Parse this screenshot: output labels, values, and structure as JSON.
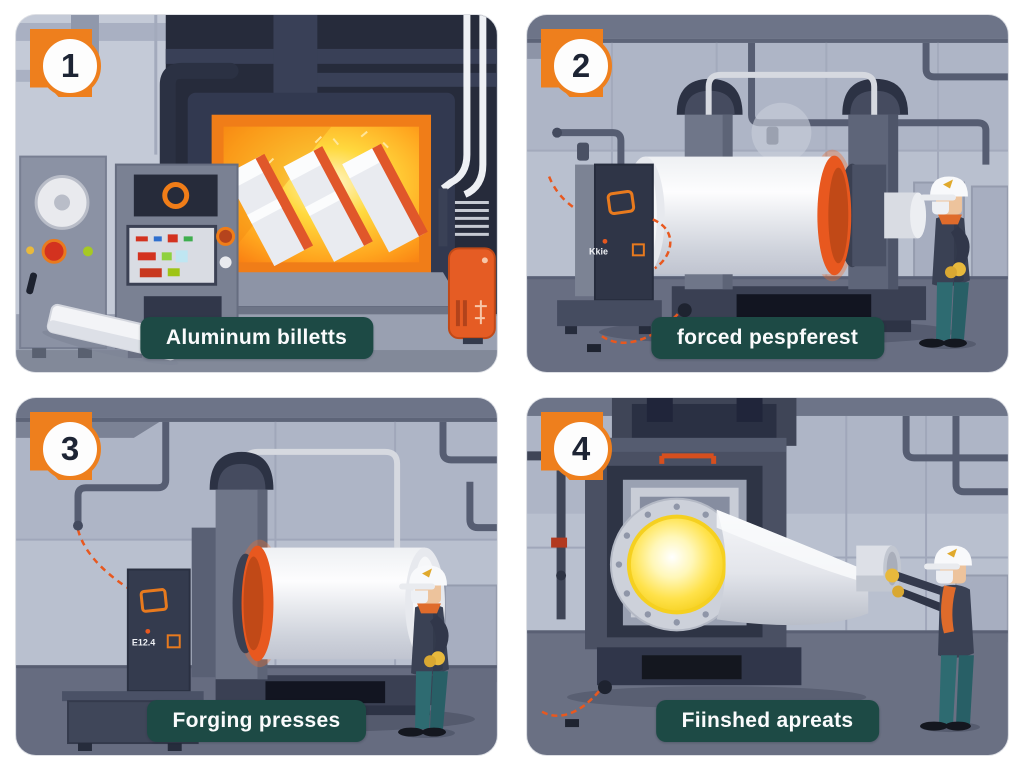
{
  "panels": [
    {
      "number": "1",
      "caption": "Aluminum billetts"
    },
    {
      "number": "2",
      "caption": "forced pespferest",
      "machine_label": "Kkie"
    },
    {
      "number": "3",
      "caption": "Forging presses",
      "machine_label": "E12.4"
    },
    {
      "number": "4",
      "caption": "Fiinshed apreats"
    }
  ],
  "colors": {
    "accent_orange": "#ee7f1d",
    "deep_orange": "#e8581f",
    "caption_teal": "#1d4a45",
    "furnace_glow": "#ffd93e",
    "wall_gray": "#c3c9d6",
    "machine_navy": "#2e3445",
    "floor_gray": "#686e82",
    "glow_yellow": "#f5d020"
  }
}
